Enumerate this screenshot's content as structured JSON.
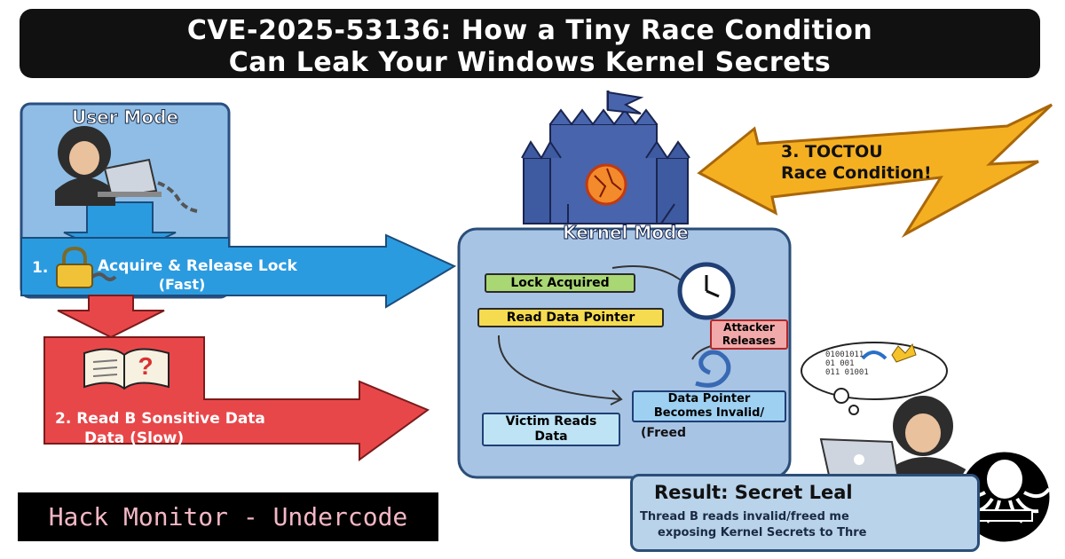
{
  "title": {
    "line1": "CVE-2025-53136: How a Tiny Race Condition",
    "line2": "Can Leak Your Windows Kernel Secrets"
  },
  "user_mode": {
    "label": "User Mode",
    "step1_num": "1.",
    "step1_line1": "Acquire & Release Lock",
    "step1_line2": "(Fast)",
    "step2_line1": "2. Read B Sonsitive Data",
    "step2_line2": "Data (Slow)"
  },
  "kernel_mode": {
    "label": "Kernel Mode",
    "lock_acquired": "Lock Acquired",
    "read_pointer": "Read Data Pointer",
    "attacker_line1": "Attacker",
    "attacker_line2": "Releases",
    "invalid_line1": "Data Pointer",
    "invalid_line2": "Becomes Invalid/",
    "freed": "(Freed",
    "victim_line1": "Victim Reads",
    "victim_line2": "Data"
  },
  "toctou": {
    "line1": "3. TOCTOU",
    "line2": "Race Condition!"
  },
  "thought_bits": {
    "row1": "01001011",
    "row2": "01 001",
    "row3": "011 01001"
  },
  "result": {
    "title": "Result: Secret Leal",
    "line1": "Thread B reads invalid/freed me",
    "line2": "exposing Kernel Secrets to Thre"
  },
  "watermark": "Hack Monitor - Undercode",
  "colors": {
    "blue_arrow": "#2b9be0",
    "red_arrow": "#e8474a",
    "yellow_arrow": "#f5b021",
    "kernel_panel": "#a8c4e4",
    "castle": "#3e5aa0"
  }
}
